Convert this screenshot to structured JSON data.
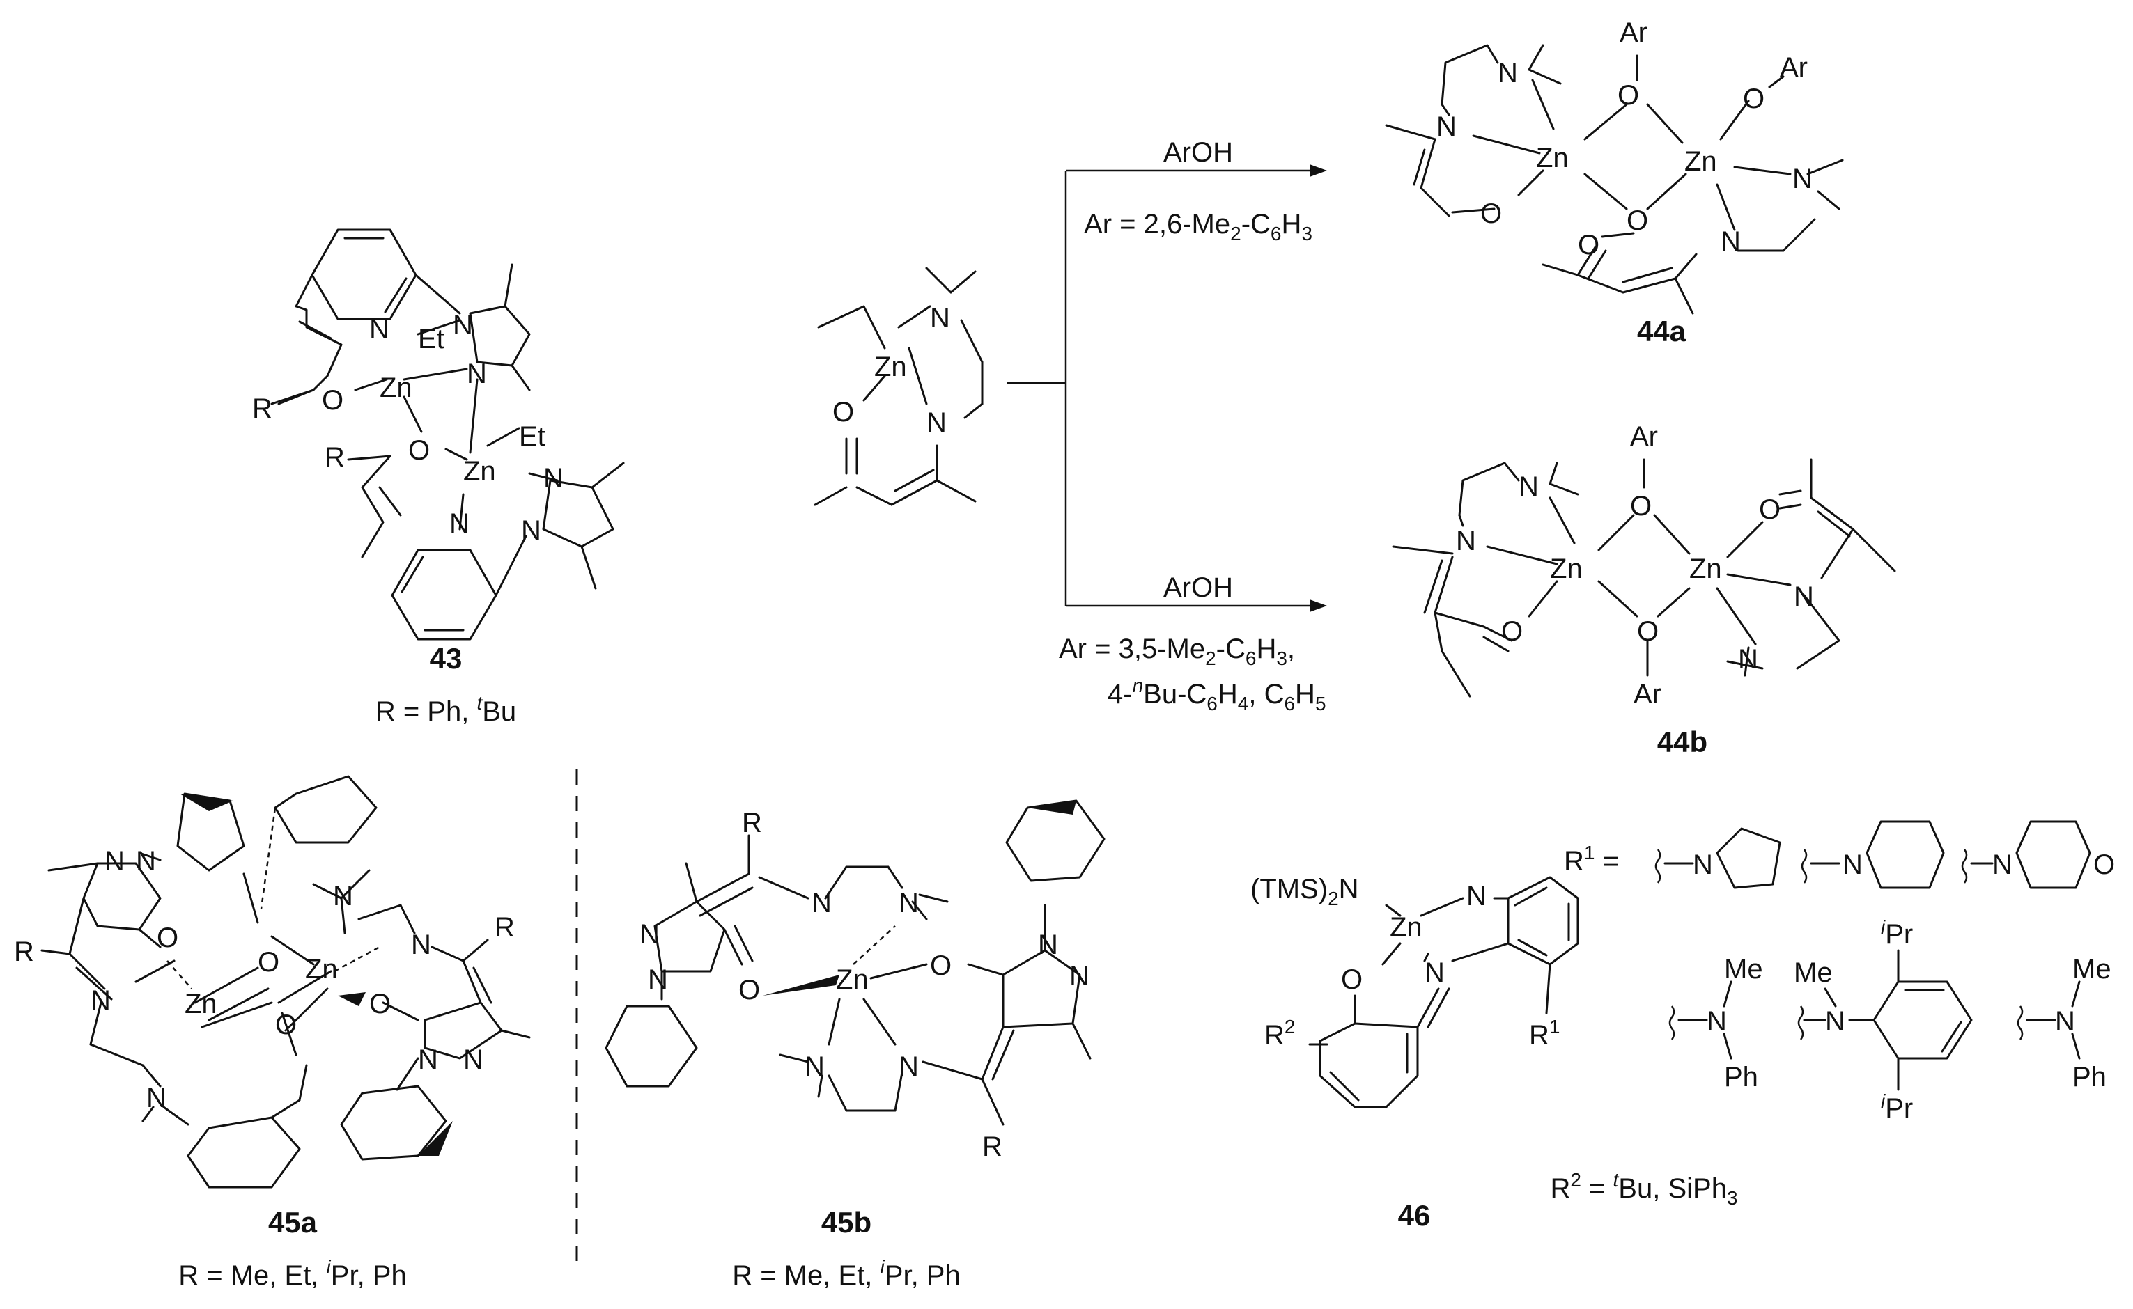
{
  "scheme": {
    "reagent_top": "ArOH",
    "condition_top": {
      "a": "Ar = 2,6-Me",
      "s1": "2",
      "b": "-C",
      "s2": "6",
      "c": "H",
      "s3": "3"
    },
    "reagent_bottom": "ArOH",
    "condition_bottom_line1": {
      "a": "Ar = 3,5-Me",
      "s1": "2",
      "b": "-C",
      "s2": "6",
      "c": "H",
      "s3": "3",
      "d": ","
    },
    "condition_bottom_line2": {
      "a": "4-",
      "sup": "n",
      "b": "Bu-C",
      "s1": "6",
      "c": "H",
      "s2": "4",
      "d": ", C",
      "s3": "6",
      "e": "H",
      "s4": "5"
    }
  },
  "compounds": {
    "c43": {
      "number": "43",
      "r_def": {
        "a": "R = Ph, ",
        "sup": "t",
        "b": "Bu"
      }
    },
    "c44a": {
      "number": "44a"
    },
    "c44b": {
      "number": "44b"
    },
    "c45a": {
      "number": "45a",
      "r_def": {
        "a": "R = Me, Et, ",
        "sup": "i",
        "b": "Pr, Ph"
      }
    },
    "c45b": {
      "number": "45b",
      "r_def": {
        "a": "R = Me, Et, ",
        "sup": "i",
        "b": "Pr, Ph"
      }
    },
    "c46": {
      "number": "46",
      "r1_label": {
        "a": "R",
        "sup": "1",
        "b": " ="
      },
      "r2_def": {
        "a": "R",
        "sup": "2",
        "b": " = ",
        "sup2": "t",
        "c": "Bu, SiPh",
        "sub": "3"
      }
    }
  },
  "atoms": {
    "Zn": "Zn",
    "N": "N",
    "O": "O",
    "Et": "Et",
    "R": "R",
    "Ar": "Ar",
    "Me": "Me",
    "Ph": "Ph",
    "iPr_i": "i",
    "iPr_Pr": "Pr",
    "TMS": "(TMS)",
    "TMS_sub": "2",
    "TMS_N": "N",
    "R1": "R",
    "R1_sup": "1",
    "R2": "R",
    "R2_sup": "2"
  }
}
